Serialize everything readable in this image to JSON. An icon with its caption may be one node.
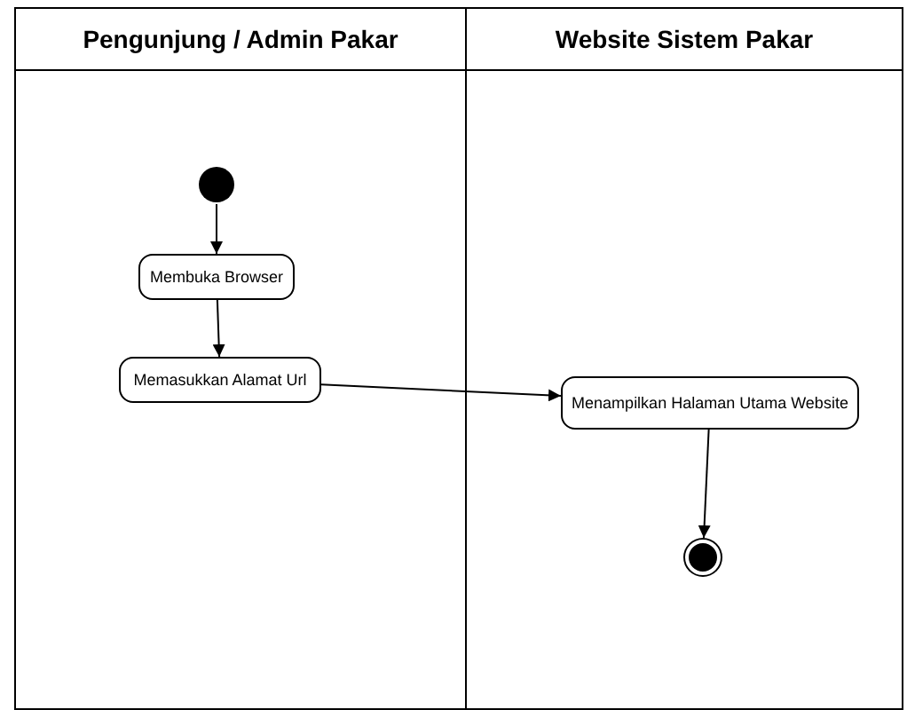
{
  "diagram": {
    "nodes": [
      {
        "text": [
          "Pengunjung / Admin Pakar"
        ]
      },
      {
        "text": [
          "Website Sistem Pakar"
        ]
      },
      {
        "text": [],
        "shape": "circle",
        "in": 0
      },
      {
        "text": [
          "Membuka Browser"
        ],
        "in": 0
      },
      {
        "text": [
          "Memasukkan Alamat Url"
        ],
        "in": 0
      },
      {
        "text": [
          "Menampilkan Halaman Utama Website"
        ],
        "in": 1
      },
      {
        "text": [],
        "shape": "circle",
        "in": 1
      }
    ],
    "edges": [
      {
        "from": 2,
        "to": 3,
        "arrow": "to"
      },
      {
        "from": 3,
        "to": 4,
        "arrow": "to"
      },
      {
        "from": 4,
        "to": 5,
        "arrow": "to"
      },
      {
        "from": 5,
        "to": 6,
        "arrow": "to"
      }
    ]
  }
}
